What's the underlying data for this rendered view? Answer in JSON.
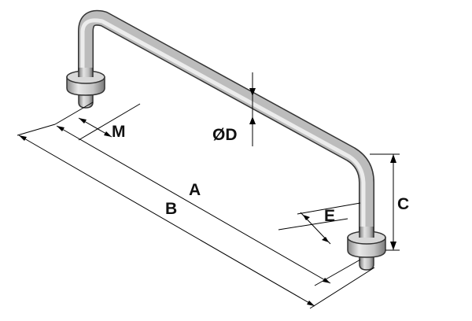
{
  "diagram": {
    "subject": "u-shaped-handle",
    "colors": {
      "metal_light": "#e2e2e2",
      "metal_mid": "#b4b4b4",
      "metal_dark": "#6e6e6e",
      "outline": "#333333",
      "dimension": "#000000"
    },
    "labels": {
      "A": "A",
      "B": "B",
      "C": "C",
      "D": "ØD",
      "E": "E",
      "M": "M"
    }
  }
}
